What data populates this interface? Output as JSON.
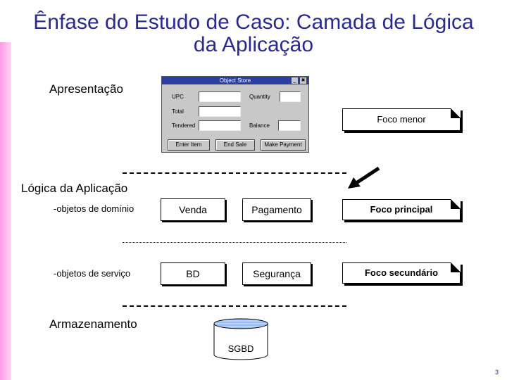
{
  "title": "Ênfase do Estudo de Caso: Camada de Lógica da Aplicação",
  "sections": {
    "presentation": "Apresentação",
    "application_logic": "Lógica da Aplicação",
    "storage": "Armazenamento"
  },
  "window": {
    "title": "Object Store",
    "minimize": "_",
    "close": "✖",
    "labels": {
      "upc": "UPC",
      "quantity": "Quantity",
      "total": "Total",
      "tendered": "Tendered",
      "balance": "Balance"
    },
    "buttons": {
      "enter_item": "Enter Item",
      "end_sale": "End Sale",
      "make_payment": "Make Payment"
    }
  },
  "domain_objects_label": "-objetos de domínio",
  "service_objects_label": "-objetos de serviço",
  "boxes": {
    "venda": "Venda",
    "pagamento": "Pagamento",
    "bd": "BD",
    "seguranca": "Segurança"
  },
  "notes": {
    "minor": "Foco menor",
    "main": "Foco principal",
    "secondary": "Foco secundário"
  },
  "database": "SGBD",
  "page_number": "3",
  "colors": {
    "title": "#2a2a8c",
    "window_title_bar": "#2b3d9e",
    "pink_bar": "#ff99e6"
  }
}
